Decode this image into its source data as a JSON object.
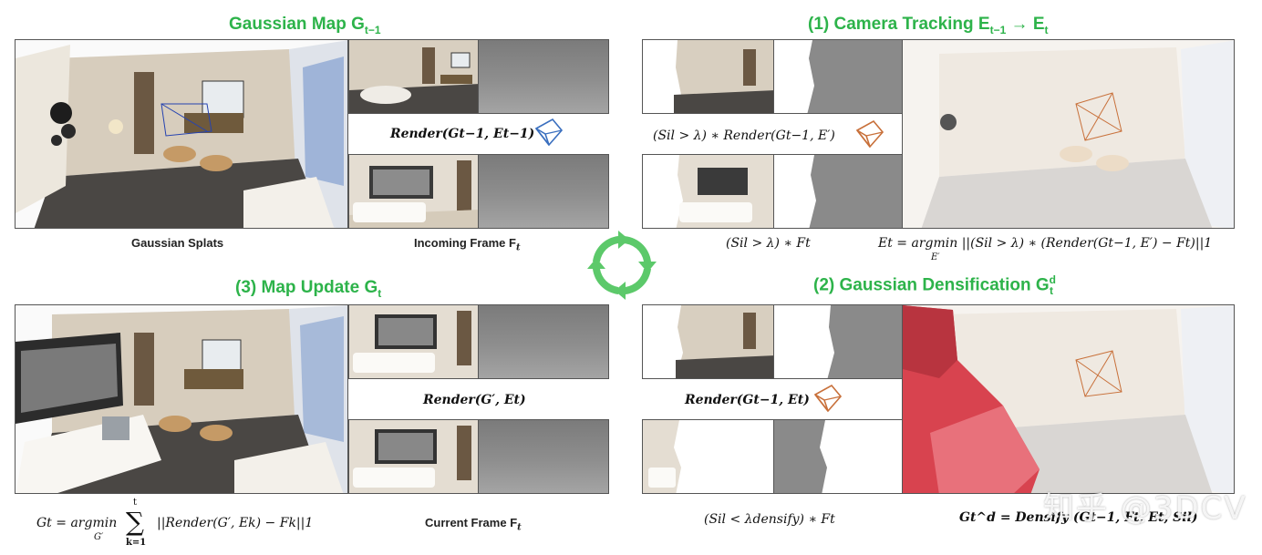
{
  "titles": {
    "gaussian_map": "Gaussian Map G",
    "gaussian_map_sub": "t−1",
    "camera_tracking": "(1) Camera Tracking E",
    "camera_tracking_rest": "t−1",
    "camera_tracking_arrow": " → E",
    "camera_tracking_sub2": "t",
    "map_update": "(3) Map Update G",
    "map_update_sub": "t",
    "densification": "(2) Gaussian Densification G",
    "densification_sup": "d",
    "densification_sub": "t"
  },
  "captions": {
    "gaussian_splats": "Gaussian Splats",
    "incoming_frame": "Incoming Frame F",
    "incoming_frame_sub": "t",
    "current_frame": "Current Frame F",
    "current_frame_sub": "t"
  },
  "math": {
    "render_prev": "Render(Gt−1, Et−1)",
    "render_tracking": "(Sil > λ) ∗ Render(Gt−1, E′)",
    "sil_ft": "(Sil > λ) ∗ Ft",
    "tracking_eq": "Et = argmin ||(Sil > λ) ∗ (Render(Gt−1, E′) − Ft)||1",
    "tracking_eq_under": "E′",
    "render_update": "Render(G′, Et)",
    "update_eq_lhs": "Gt = argmin",
    "update_eq_under": "G′",
    "update_eq_sum_top": "t",
    "update_eq_sum_bottom": "k=1",
    "update_eq_rhs": "||Render(G′, Ek) − Fk||1",
    "render_dens": "Render(Gt−1, Et)",
    "sil_densify": "(Sil < λdensify) ∗ Ft",
    "densify_eq": "Gt^d = Densify (Gt−1, Ft, Et, Sil)"
  },
  "watermark": "知乎 @3DCV",
  "colors": {
    "title_green": "#2db34a",
    "cycle_green": "#5cc96a",
    "camera_blue": "#3a6fbf",
    "camera_orange": "#c8703a",
    "splat_red": "#d8434f"
  },
  "icons": [
    "camera-frustum-icon",
    "cycle-arrows-icon"
  ]
}
